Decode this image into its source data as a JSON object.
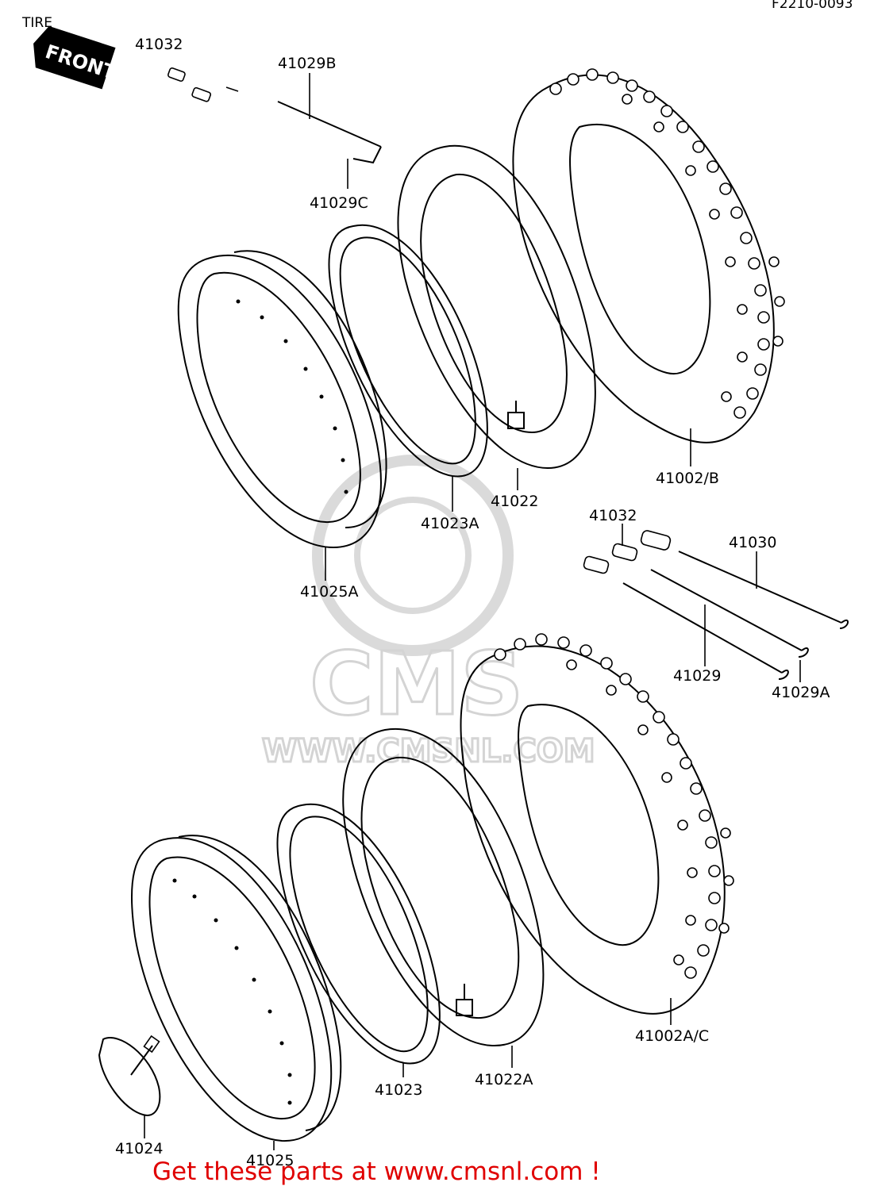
{
  "header": {
    "section_title": "TIRE",
    "figure_code": "F2210-0093",
    "front_badge": "FRONT"
  },
  "watermark": {
    "logo_text": "CMS",
    "url_text": "WWW.CMSNL.COM"
  },
  "part_labels": {
    "p41032_top": "41032",
    "p41029B": "41029B",
    "p41029C": "41029C",
    "p41002B": "41002/B",
    "p41022": "41022",
    "p41023A": "41023A",
    "p41025A": "41025A",
    "p41032_mid": "41032",
    "p41030": "41030",
    "p41029": "41029",
    "p41029A": "41029A",
    "p41002AC": "41002A/C",
    "p41022A": "41022A",
    "p41023": "41023",
    "p41024": "41024",
    "p41025": "41025"
  },
  "footer": {
    "promo_text": "Get these parts at www.cmsnl.com !"
  },
  "colors": {
    "promo": "#e00000",
    "line": "#000000",
    "watermark": "#d0d0d0"
  }
}
